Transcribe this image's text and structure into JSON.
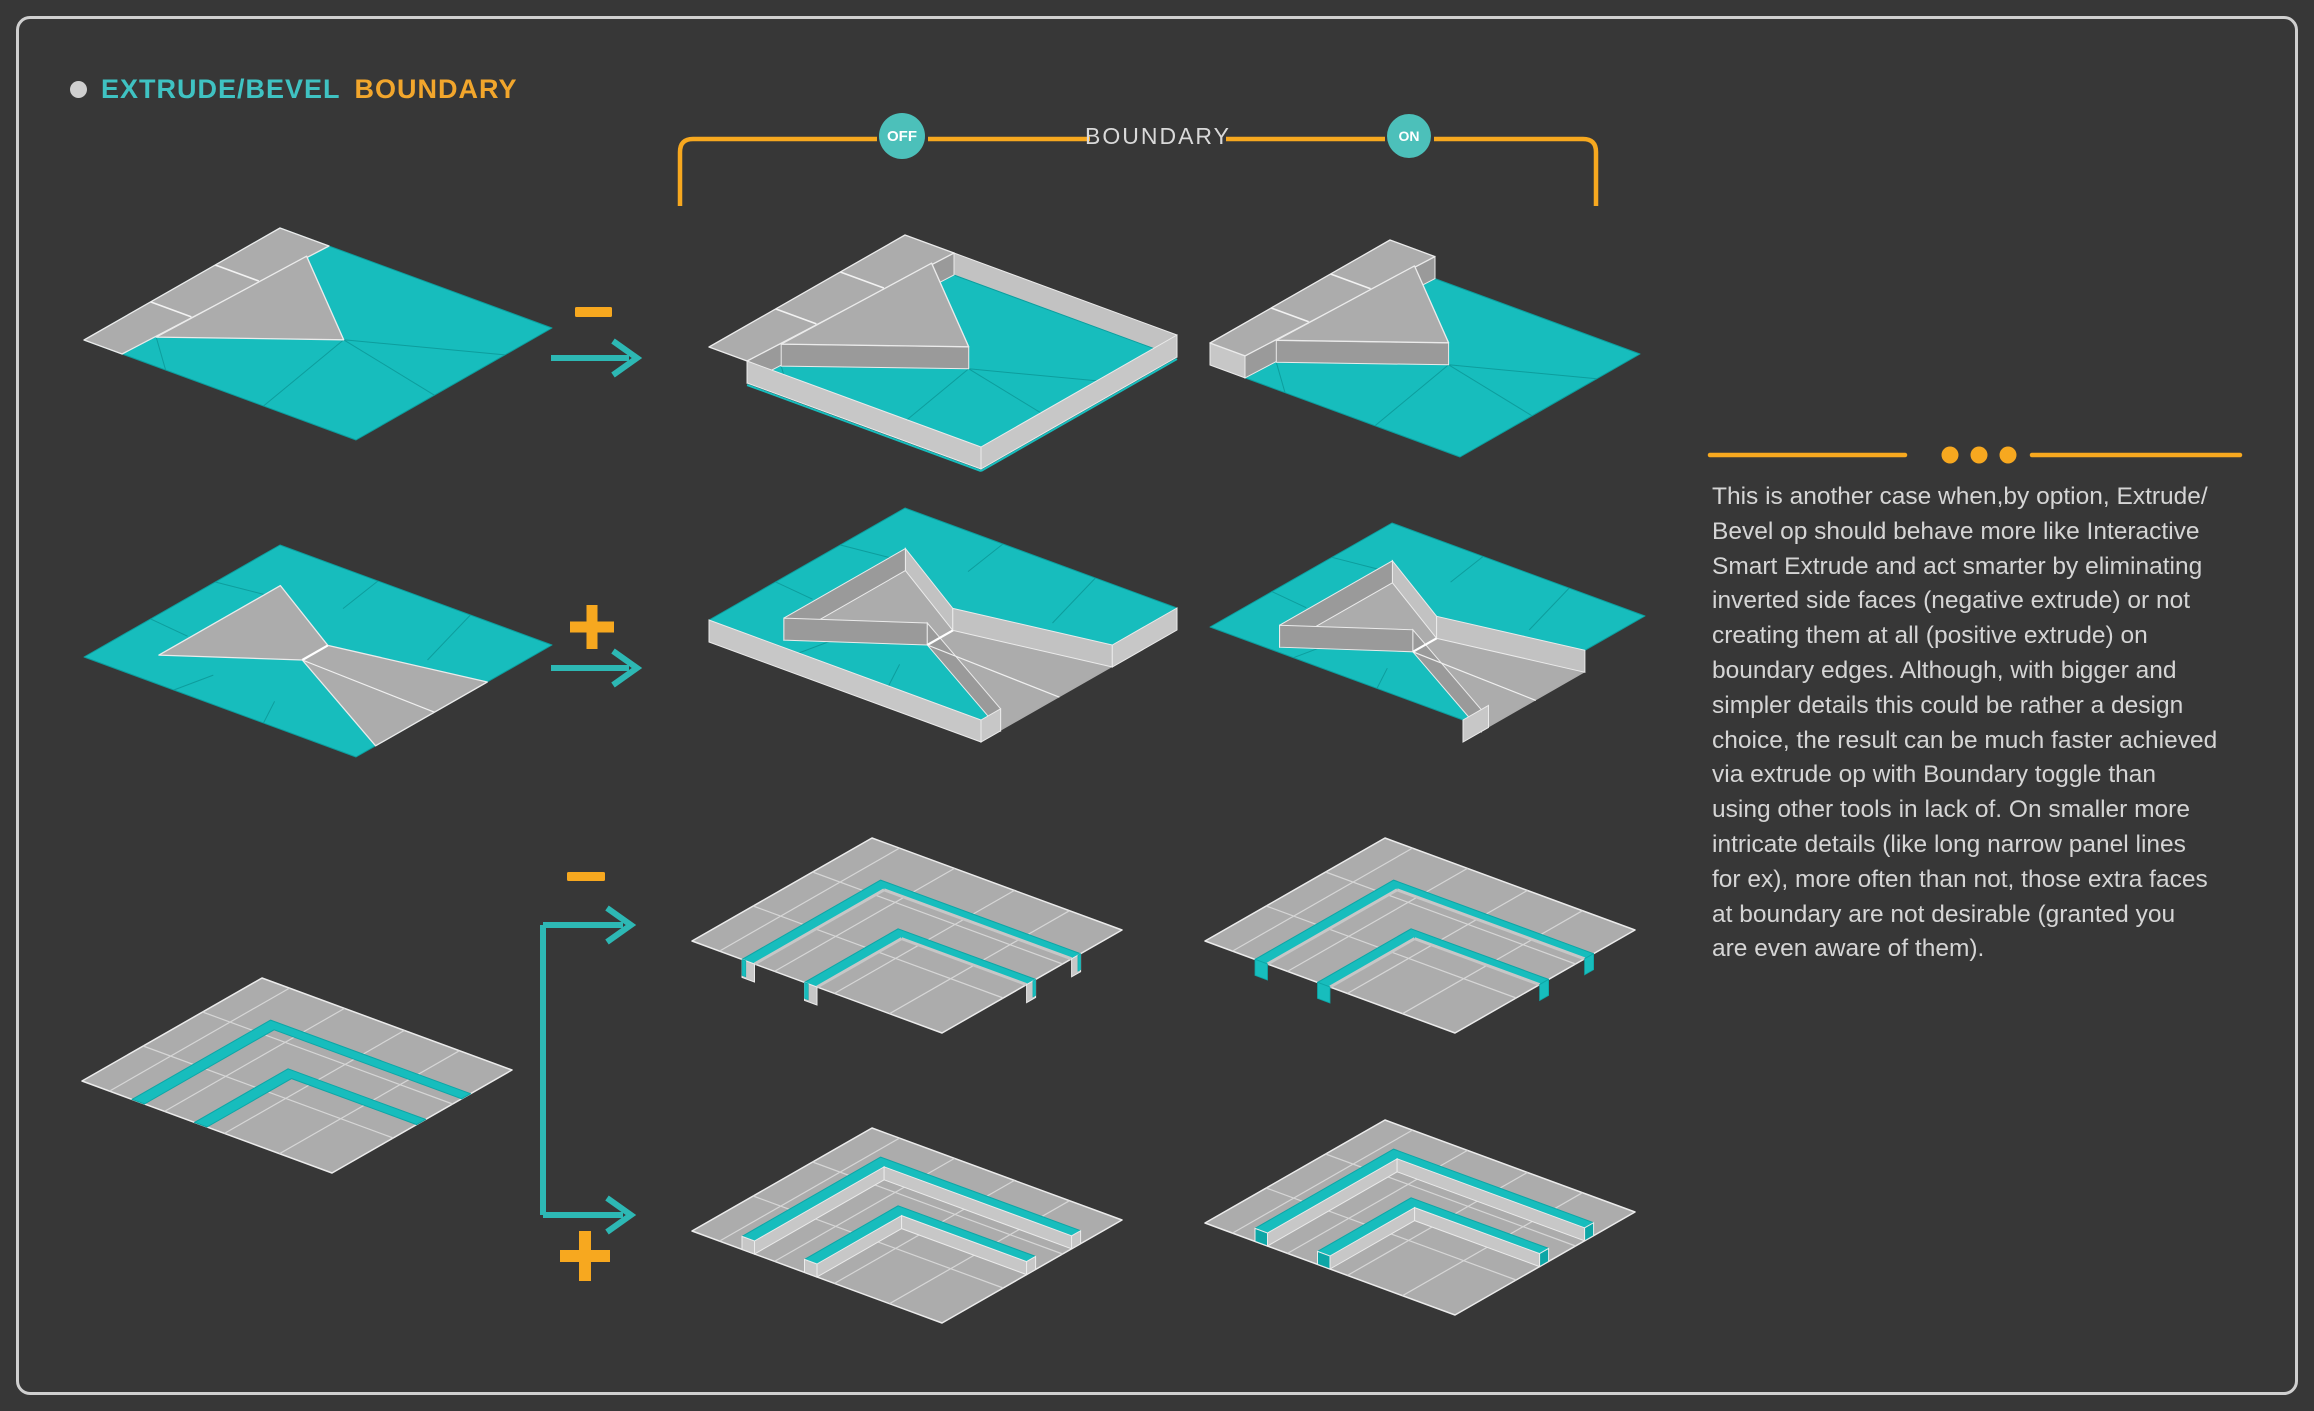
{
  "title": {
    "bullet": "•",
    "text_primary": "EXTRUDE/BEVEL",
    "text_secondary": "BOUNDARY"
  },
  "boundary_header": {
    "label": "BOUNDARY",
    "toggle_off": "OFF",
    "toggle_on": "ON"
  },
  "icons": {
    "minus": "−",
    "plus": "+",
    "arrow_right": "→",
    "bullet": "●",
    "divider_dots": "● ● ●"
  },
  "description": {
    "lines": [
      "This is another case when,by option, Extrude/",
      "Bevel op should behave more like Interactive",
      "Smart Extrude and act smarter by eliminating",
      "inverted side faces (negative extrude) or not",
      "creating them at all (positive extrude) on",
      "boundary edges. Although, with bigger and",
      "simpler details this could be rather a design",
      "choice, the result can be much faster achieved",
      "via extrude op with Boundary toggle than",
      "using other tools in lack of. On smaller more",
      "intricate details (like long narrow panel lines",
      "for ex), more often than not, those extra faces",
      "at boundary are not desirable (granted you",
      "are even aware of them)."
    ]
  },
  "colors": {
    "background": "#373737",
    "frame": "#cfcfcf",
    "title_teal": "#3fc2c2",
    "orange": "#f7a81f",
    "teal_accent": "#2db8b4",
    "badge_teal": "#4cc0ba",
    "teal_face": "#17bdbd",
    "teal_dark": "#0da6a6",
    "teal_edge": "#0d9d9d",
    "gray_face": "#acacac",
    "gray_wall_light": "#c7c7c7",
    "gray_wall_mid": "#9a9a9a",
    "gray_wall_in": "#c2c2c2",
    "edge": "#ebebeb",
    "grid": "#d6d6d6",
    "header_text": "#d9d9d9",
    "body_text": "#d5d5d5",
    "white": "#ffffff"
  }
}
